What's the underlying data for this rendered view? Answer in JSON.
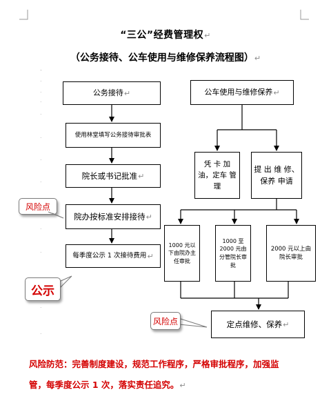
{
  "title": {
    "line1": "“三公”经费管理权",
    "line2": "（公务接待、公车使用与维修保养流程图）"
  },
  "paragraph_mark": "↵",
  "left_column": {
    "box1": "公务接待",
    "box2": "使用林堂填写公务接待审批表",
    "box3": "院长或书记批准",
    "box4": "院办按标准安排接待",
    "box5": "每季度公示 1 次接待费用"
  },
  "right_column": {
    "top": "公车使用与维修保养",
    "voucher": "凭 卡 加 油，定车 管理",
    "apply": "提 出 维 修、保养 申请",
    "tier1": "1000 元以下由院办主任审批",
    "tier2": "1000 至 2000 元由分管院长审批",
    "tier3": "2000 元以上由院长审批",
    "fixed": "定点维修、保养"
  },
  "callouts": {
    "risk_left": "风险点",
    "public": "公示",
    "risk_bottom": "风险点"
  },
  "footer": {
    "line1": "风险防范：完善制度建设，规范工作程序，严格审批程序，加强监",
    "line2": "管，每季度公示 1 次，落实责任追究。"
  },
  "colors": {
    "callout_text": "#d40000",
    "line": "#000000"
  }
}
